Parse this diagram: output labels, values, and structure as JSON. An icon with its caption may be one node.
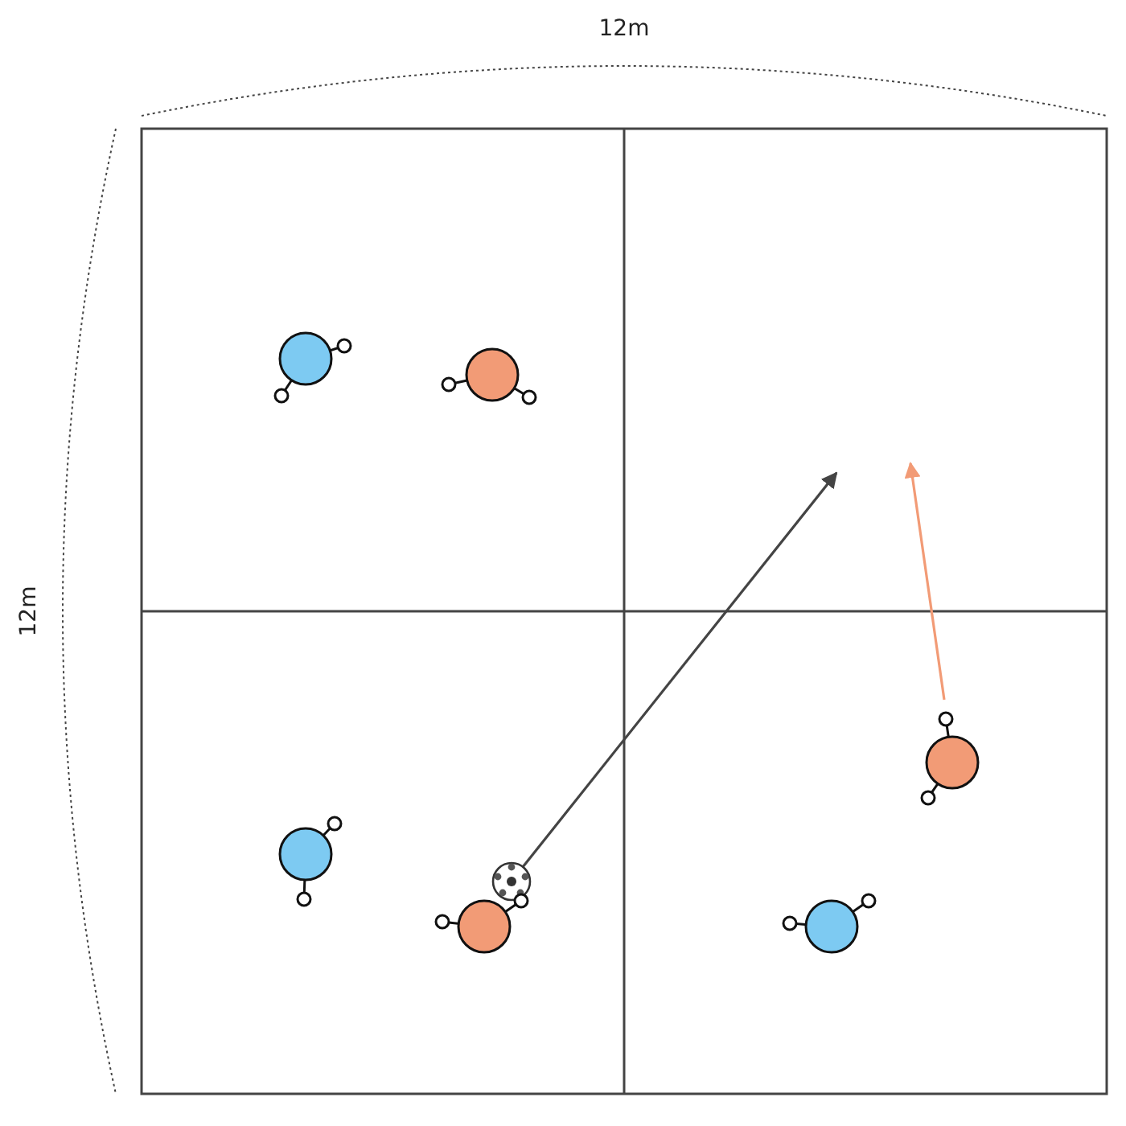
{
  "diagram": {
    "nodes": [
      {
        "text": [],
        "shape": "circle"
      },
      {
        "text": [],
        "shape": "circle"
      },
      {
        "text": [],
        "shape": "circle"
      },
      {
        "text": [],
        "shape": "circle"
      },
      {
        "text": [],
        "shape": "ball"
      },
      {
        "text": [],
        "shape": "circle"
      },
      {
        "text": [],
        "shape": "circle"
      }
    ],
    "edges": [
      {
        "from": 4,
        "to": null,
        "arrow": "to"
      },
      {
        "from": 2,
        "to": null,
        "arrow": "to",
        "color": "#f29b76"
      }
    ],
    "labels": [
      "12m",
      "12m"
    ]
  }
}
